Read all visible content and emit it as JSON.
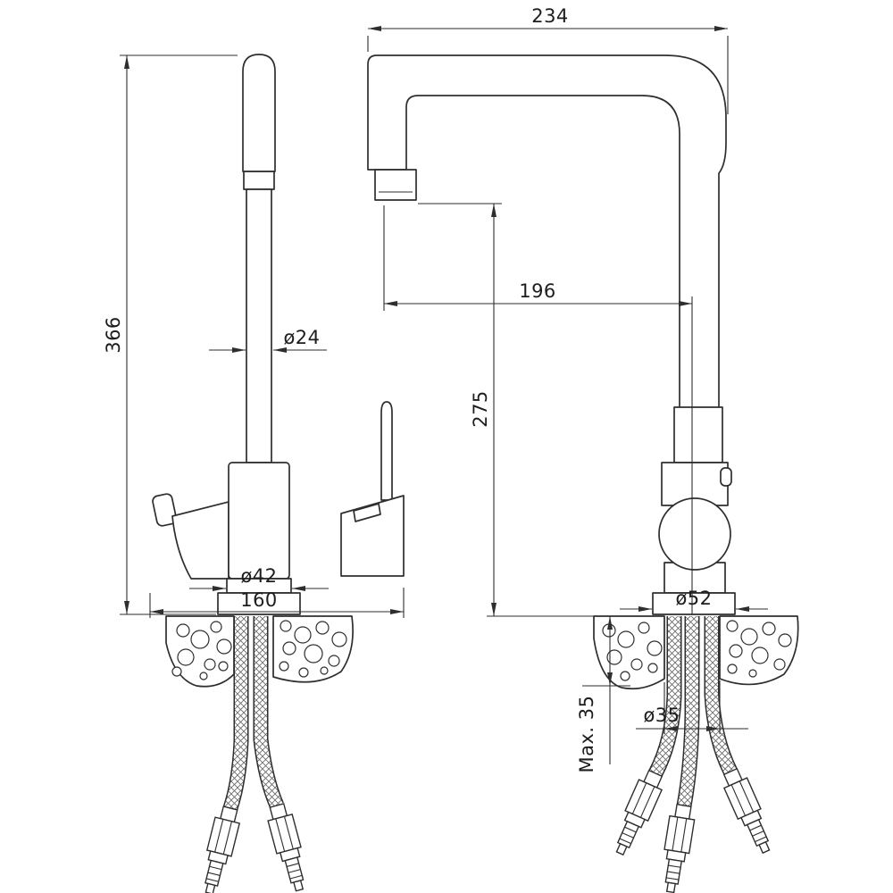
{
  "drawing": {
    "type": "technical-dimension-drawing",
    "subject": "kitchen filter faucet, two orthographic views with flexible hoses",
    "line_color": "#2e2e2e",
    "background": "#ffffff",
    "views": {
      "front": {
        "dims": {
          "overall_height": "366",
          "spout_diameter": "ø24",
          "body_diameter": "ø42",
          "overall_depth": "160"
        }
      },
      "side": {
        "dims": {
          "overall_width": "234",
          "spout_reach": "196",
          "spout_height": "275",
          "base_diameter": "ø52",
          "mounting_hole_diameter": "ø35",
          "max_counter_thickness": "Max. 35"
        }
      }
    }
  }
}
